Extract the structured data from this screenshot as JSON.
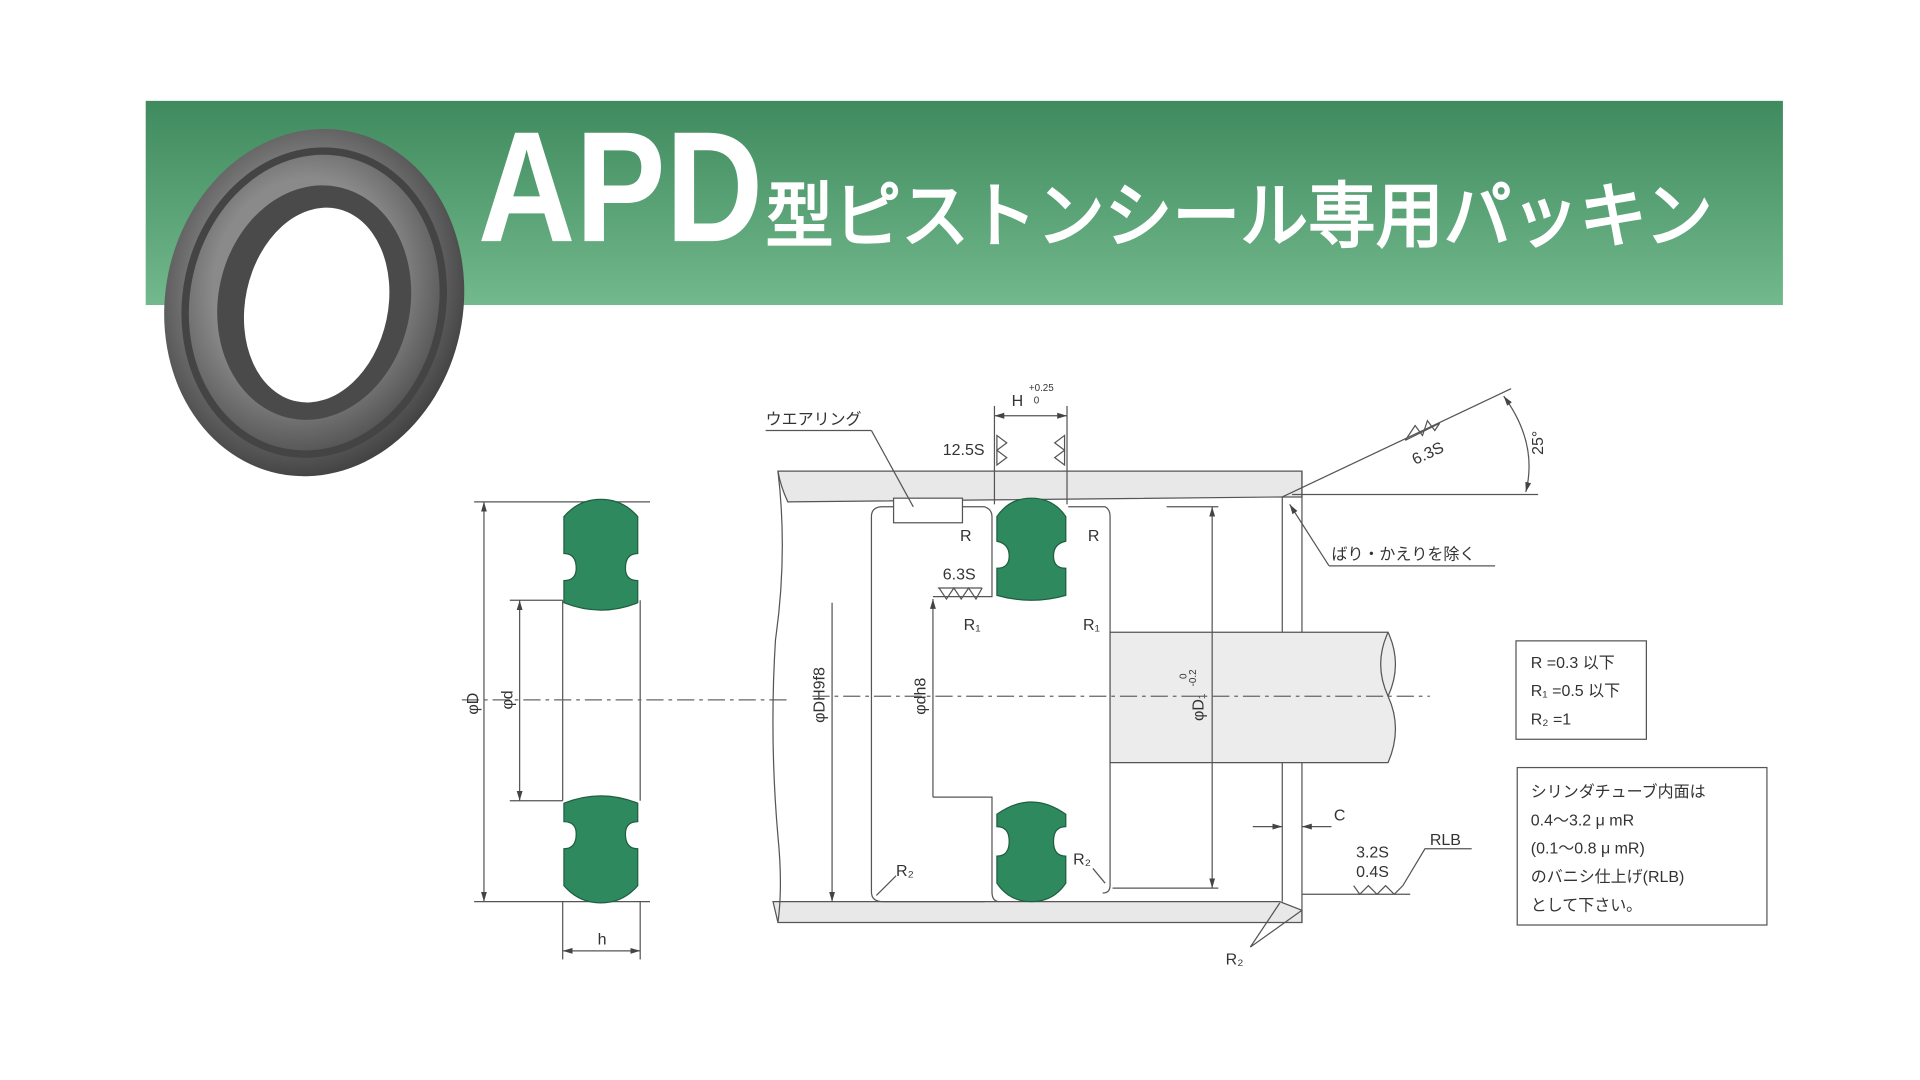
{
  "header": {
    "model": "APD",
    "title": "型ピストンシール専用パッキン",
    "band_color": "#4f9e6e"
  },
  "drawing": {
    "wear_ring_label": "ウエアリング",
    "groove_width": "H",
    "groove_tol_upper": "+0.25",
    "groove_tol_lower": "0",
    "finish_groove_side": "12.5S",
    "finish_groove_bottom": "6.3S",
    "finish_chamfer": "6.3S",
    "chamfer_angle": "25°",
    "deburr_note": "ばり・かえりを除く",
    "r_label": "R",
    "r1_label": "R₁",
    "r2_label": "R₂",
    "phi_D": "φD",
    "phi_d": "φd",
    "h_label": "h",
    "phi_DH": "φDH9f8",
    "phi_dh": "φdh8",
    "phi_D1": "φD₁",
    "phi_D1_tol_upper": "0",
    "phi_D1_tol_lower": "-0.2",
    "c_label": "C",
    "finish_bore_1": "3.2S",
    "finish_bore_2": "0.4S",
    "rlb_label": "RLB",
    "seal_color": "#2e8a5e"
  },
  "notes_radius": [
    "R  =0.3 以下",
    "R₁ =0.5 以下",
    "R₂ =1"
  ],
  "notes_tube": [
    "シリンダチューブ内面は",
    "0.4〜3.2 μ mR",
    "(0.1〜0.8 μ mR)",
    "のバニシ仕上げ(RLB)",
    "として下さい。"
  ]
}
